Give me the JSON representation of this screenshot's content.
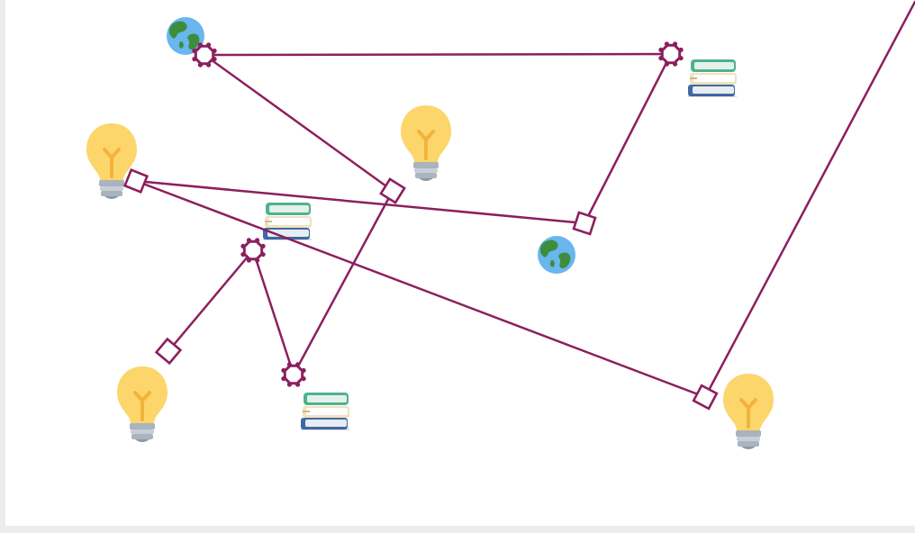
{
  "colors": {
    "line": "#8c1f5e",
    "node_fill": "#ffffff",
    "bulb": "#fcd66b",
    "bulb_line": "#f2b33d",
    "bulb_base": "#a9b4be",
    "book_green": "#4db38e",
    "book_cream": "#f1e2bd",
    "book_blue": "#3f6aa6",
    "globe_ocean": "#6ab6ee",
    "globe_land": "#3e8d3f"
  },
  "diagram": {
    "icon_types": [
      "globe",
      "book-stack",
      "light-bulb"
    ],
    "node_shapes": [
      "octagon",
      "square"
    ]
  }
}
